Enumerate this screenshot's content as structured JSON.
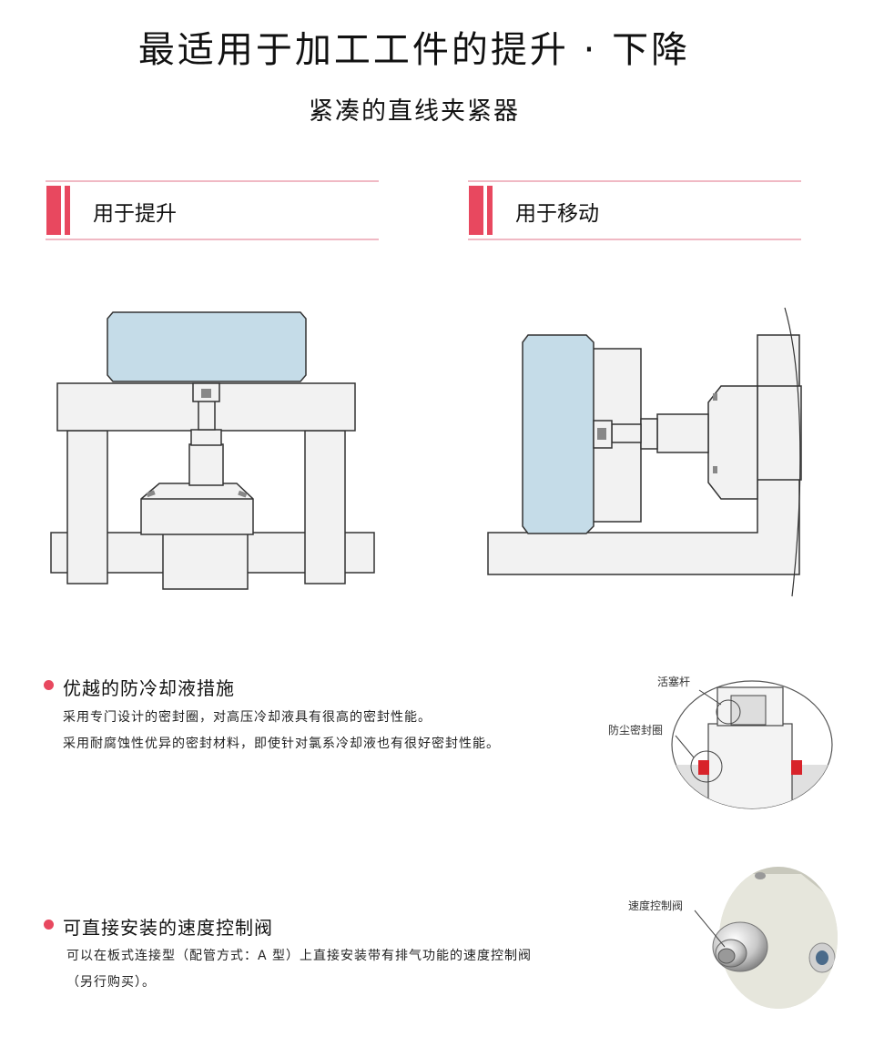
{
  "header": {
    "title": "最适用于加工工件的提升 · 下降",
    "subtitle": "紧凑的直线夹紧器"
  },
  "sections": {
    "lift": {
      "label": "用于提升"
    },
    "move": {
      "label": "用于移动"
    }
  },
  "features": [
    {
      "title": "优越的防冷却液措施",
      "lines": [
        "采用专门设计的密封圈，对高压冷却液具有很高的密封性能。",
        "采用耐腐蚀性优异的密封材料，即使针对氯系冷却液也有很好密封性能。"
      ],
      "callouts": [
        "活塞杆",
        "防尘密封圈"
      ]
    },
    {
      "title": "可直接安装的速度控制阀",
      "lines": [
        "可以在板式连接型（配管方式：A 型）上直接安装带有排气功能的速度控制阀",
        "（另行购买）。"
      ],
      "callouts": [
        "速度控制阀"
      ]
    }
  ],
  "colors": {
    "accent": "#e8485f",
    "rule": "#f0b9c4",
    "workpiece": "#c5dce8",
    "part": "#f2f2f2"
  }
}
